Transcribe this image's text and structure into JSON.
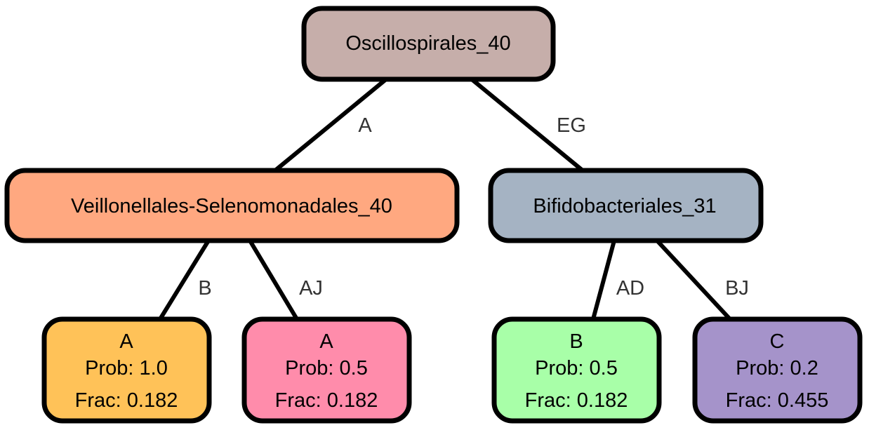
{
  "colors": {
    "root_fill": "#c6aeaa",
    "veillonellales_fill": "#ffa880",
    "bifido_fill": "#a5b3c3",
    "leaf_a1_fill": "#ffc258",
    "leaf_a2_fill": "#ff8cab",
    "leaf_b_fill": "#a8ffa8",
    "leaf_c_fill": "#a593ca",
    "edge_color": "#000000",
    "edge_label_color": "#333333"
  },
  "nodes": {
    "root": {
      "label": "Oscillospirales_40"
    },
    "veillonellales": {
      "label": "Veillonellales-Selenomonadales_40"
    },
    "bifido": {
      "label": "Bifidobacteriales_31"
    },
    "leaf_a1": {
      "title": "A",
      "prob": "Prob: 1.0",
      "frac": "Frac: 0.182"
    },
    "leaf_a2": {
      "title": "A",
      "prob": "Prob: 0.5",
      "frac": "Frac: 0.182"
    },
    "leaf_b": {
      "title": "B",
      "prob": "Prob: 0.5",
      "frac": "Frac: 0.182"
    },
    "leaf_c": {
      "title": "C",
      "prob": "Prob: 0.2",
      "frac": "Frac: 0.455"
    }
  },
  "edges": {
    "root_to_veillonellales": "A",
    "root_to_bifido": "EG",
    "veillonellales_to_leaf_a1": "B",
    "veillonellales_to_leaf_a2": "AJ",
    "bifido_to_leaf_b": "AD",
    "bifido_to_leaf_c": "BJ"
  }
}
